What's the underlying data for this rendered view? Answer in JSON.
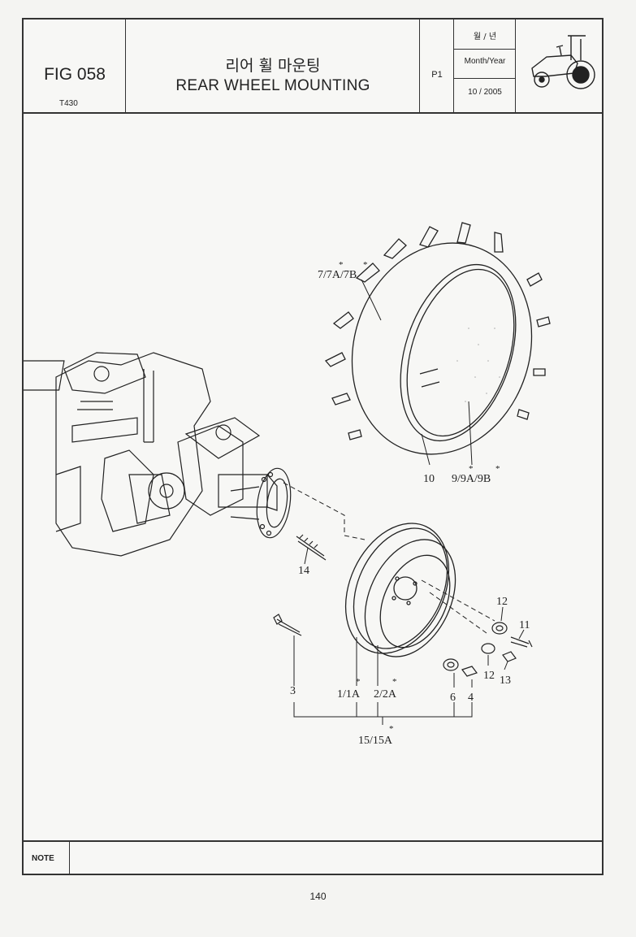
{
  "header": {
    "fig_no": "FIG 058",
    "model": "T430",
    "title_ko": "리어 휠 마운팅",
    "title_en": "REAR WHEEL MOUNTING",
    "page": "P1",
    "date_label_ko": "월 / 년",
    "date_label_en": "Month/Year",
    "date_value": "10 / 2005",
    "logo_icon": "tractor-icon"
  },
  "callouts": {
    "tire": "7/7A/7B",
    "tube": "9/9A/9B",
    "valve": "10",
    "stud": "14",
    "bolt": "3",
    "rim": "1/1A",
    "disc": "2/2A",
    "washer6": "6",
    "nut4": "4",
    "washer12a": "12",
    "bolt11": "11",
    "washer12b": "12",
    "nut13": "13",
    "assembly": "15/15A"
  },
  "note": {
    "label": "NOTE",
    "text": ""
  },
  "footer": {
    "page_number": "140"
  }
}
